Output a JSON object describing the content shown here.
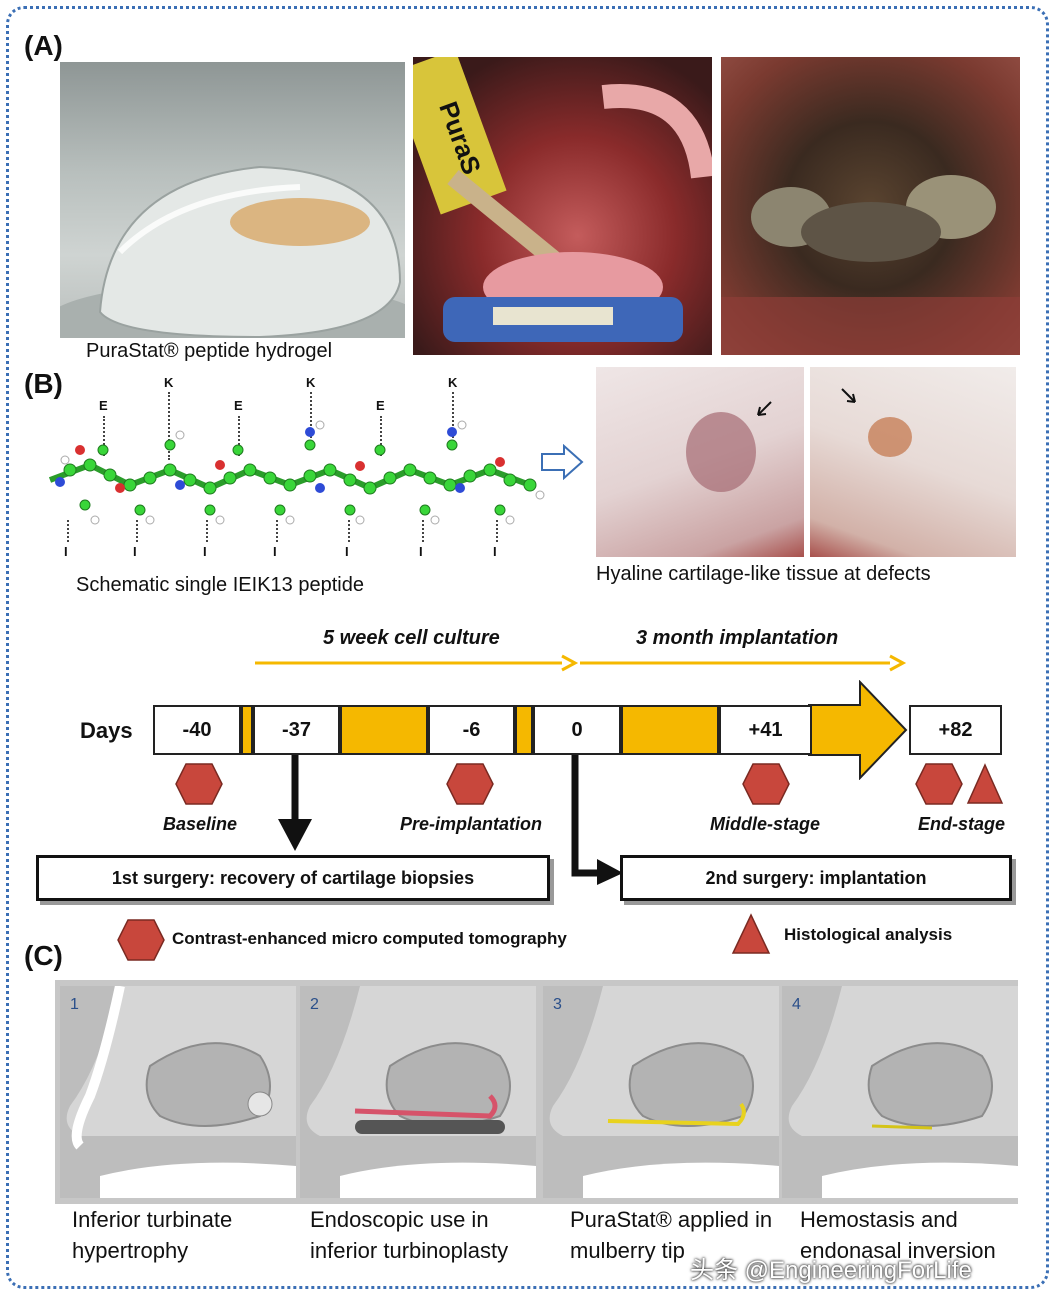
{
  "panels": {
    "a": "(A)",
    "b": "(B)",
    "c": "(C)"
  },
  "panel_a": {
    "hydrogel_caption": "PuraStat® peptide hydrogel",
    "syringe_text": "PuraS"
  },
  "panel_b": {
    "top_letters": [
      "E",
      "K",
      "E",
      "K",
      "E",
      "K"
    ],
    "bottom_letters": [
      "I",
      "I",
      "I",
      "I",
      "I",
      "I",
      "I"
    ],
    "peptide_caption": "Schematic single IEIK13  peptide",
    "cartilage_caption": "Hyaline cartilage-like tissue at defects"
  },
  "timeline": {
    "culture_label": "5 week cell culture",
    "implant_label": "3 month implantation",
    "days_label": "Days",
    "days": [
      "-40",
      "-37",
      "-6",
      "0",
      "+41",
      "+82"
    ],
    "stages": [
      "Baseline",
      "Pre-implantation",
      "Middle-stage",
      "End-stage"
    ],
    "surgery1": "1st surgery: recovery of cartilage biopsies",
    "surgery2": "2nd surgery: implantation",
    "legend_ct": "Contrast-enhanced micro computed tomography",
    "legend_histo": "Histological analysis"
  },
  "panel_c": {
    "steps": [
      {
        "num": "1",
        "caption": "Inferior turbinate hypertrophy"
      },
      {
        "num": "2",
        "caption": "Endoscopic use in inferior turbinoplasty"
      },
      {
        "num": "3",
        "caption": "PuraStat® applied in mulberry tip"
      },
      {
        "num": "4",
        "caption": "Hemostasis and endonasal inversion"
      }
    ]
  },
  "watermark": "头条 @EngineeringForLife",
  "colors": {
    "accent_yellow": "#f5b800",
    "marker_red": "#c8473c",
    "frame_blue": "#3b6fb5"
  }
}
